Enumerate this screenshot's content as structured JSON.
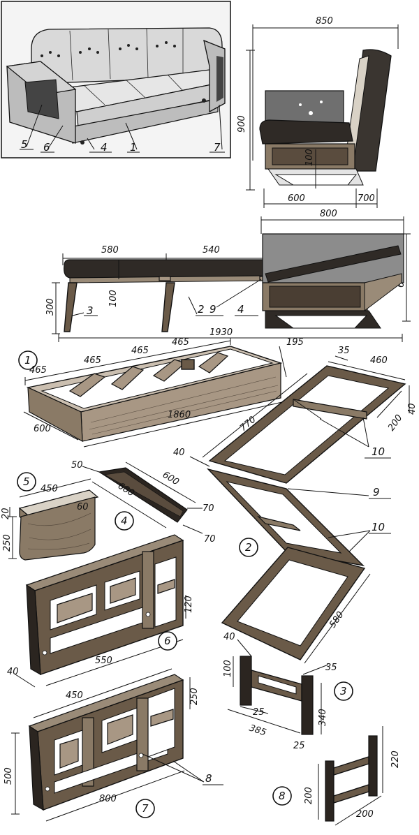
{
  "parts": {
    "seat_frame": "1",
    "lift_frame": "2",
    "leg": "3",
    "support": "4",
    "armrest_panel": "5",
    "side_frame_left": "6",
    "side_frame_right": "7",
    "small_frame": "8",
    "hinge": "9",
    "brace": "10"
  },
  "dimensions": {
    "side_width": "850",
    "side_height": "900",
    "side_seat_depth": "600",
    "side_back": "700",
    "side_base_h": "100",
    "unfolded_seg1": "580",
    "unfolded_seg2": "540",
    "unfolded_box": "800",
    "unfolded_back_h": "600",
    "unfolded_leg_h": "300",
    "unfolded_mid": "100",
    "unfolded_total": "1930",
    "frame1_a": "465",
    "frame1_b": "465",
    "frame1_c": "465",
    "frame1_d": "465",
    "frame1_e": "195",
    "frame1_w": "600",
    "frame1_len": "1860",
    "frame2_a": "35",
    "frame2_b": "460",
    "frame2_c": "40",
    "frame2_d": "200",
    "frame2_e": "770",
    "frame2_f": "40",
    "frame2_g": "580",
    "sup_a": "50",
    "sup_b": "600",
    "sup_c": "680",
    "sup_d": "70",
    "sup_e": "70",
    "panel_w": "450",
    "panel_t": "60",
    "panel_a": "20",
    "panel_h": "250",
    "frame6_h": "120",
    "frame6_w": "550",
    "frame6_t": "40",
    "leg_a": "40",
    "leg_b": "100",
    "leg_c": "35",
    "leg_d": "25",
    "leg_e": "385",
    "leg_f": "340",
    "leg_g": "25",
    "frame7_a": "450",
    "frame7_b": "250",
    "frame7_h": "500",
    "frame7_w": "800",
    "frame8_a": "220",
    "frame8_b": "200",
    "frame8_c": "200"
  }
}
